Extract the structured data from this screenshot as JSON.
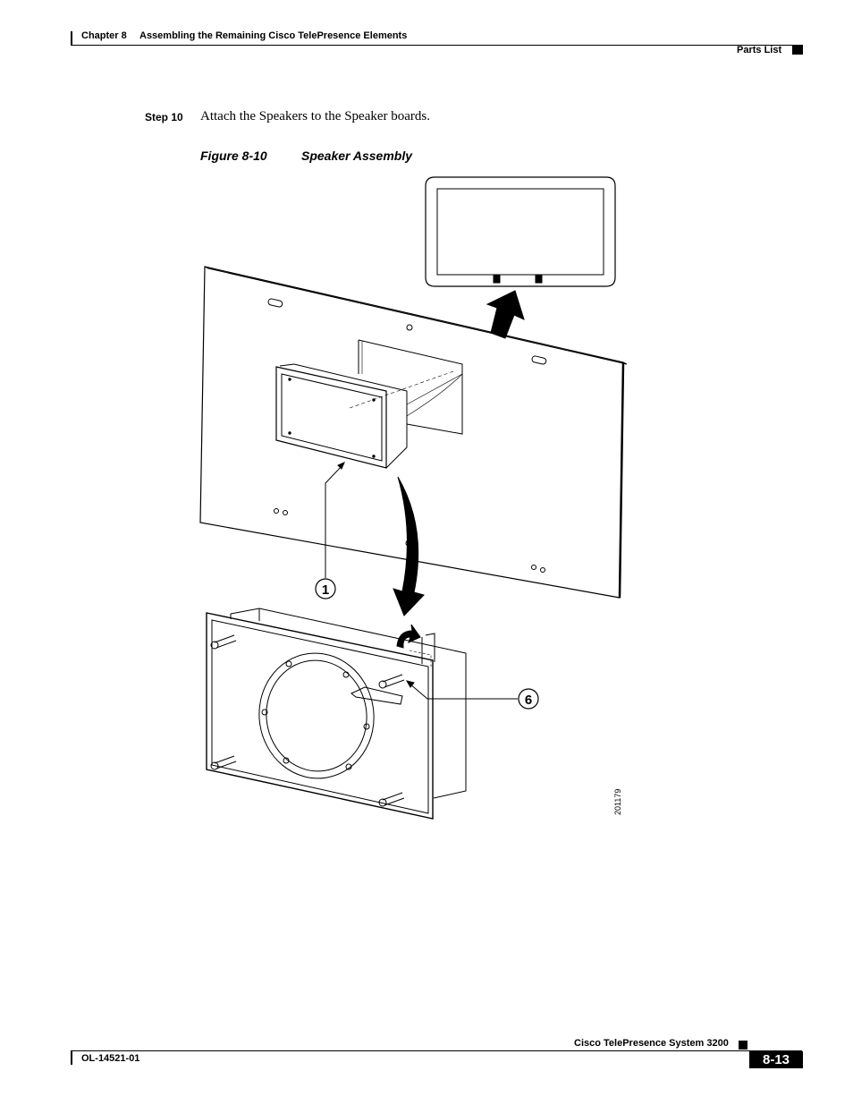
{
  "header": {
    "chapter": "Chapter 8",
    "chapter_title": "Assembling the Remaining Cisco TelePresence Elements",
    "section": "Parts List"
  },
  "step": {
    "label": "Step 10",
    "text": "Attach the Speakers to the Speaker boards."
  },
  "figure": {
    "number": "Figure 8-10",
    "title": "Speaker Assembly",
    "callouts": [
      "1",
      "6"
    ],
    "art_id": "201179"
  },
  "footer": {
    "doc_id": "OL-14521-01",
    "product": "Cisco TelePresence System 3200",
    "page": "8-13"
  }
}
